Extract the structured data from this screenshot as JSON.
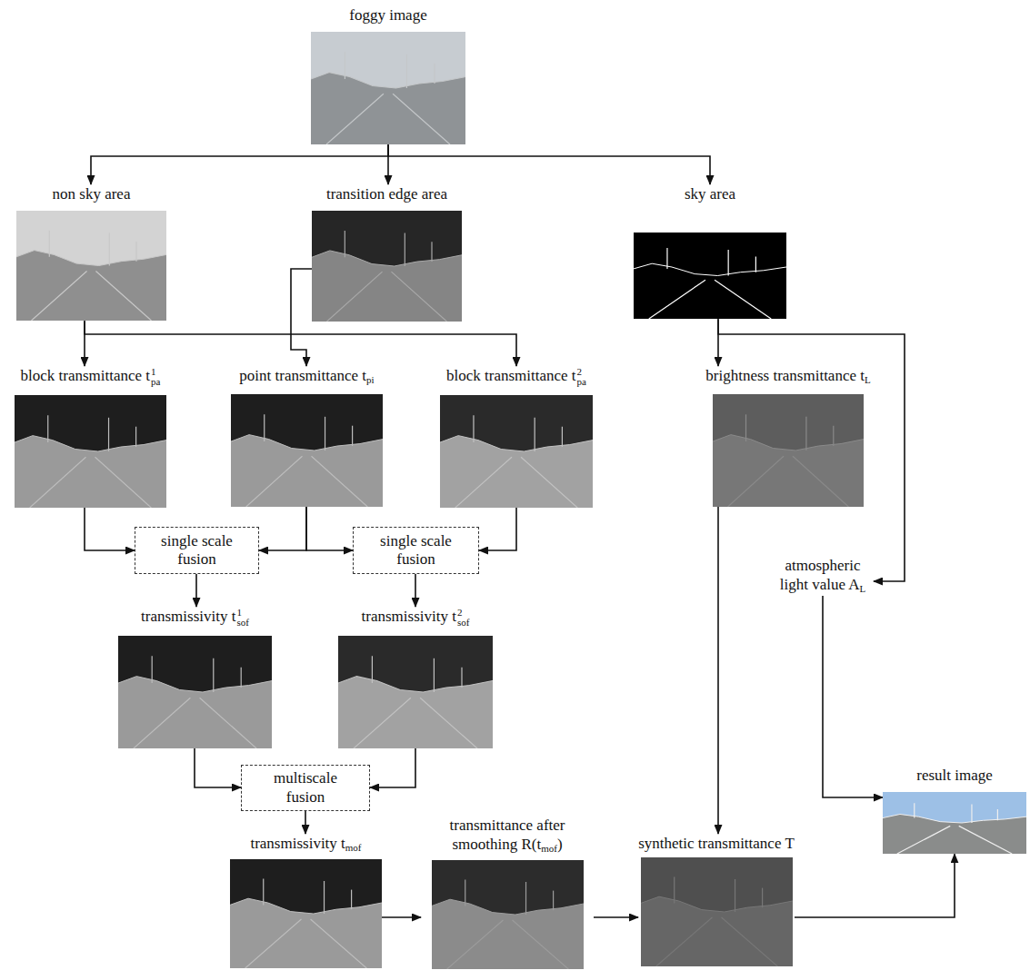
{
  "diagram": {
    "nodes": [
      {
        "text": [
          "foggy image"
        ]
      },
      {
        "text": [
          "non sky area"
        ]
      },
      {
        "text": [
          "transition edge area"
        ]
      },
      {
        "text": [
          "sky area"
        ]
      },
      {
        "text": [
          "block transmittance t",
          "1",
          "pa"
        ]
      },
      {
        "text": [
          "point transmittance t",
          "pi"
        ]
      },
      {
        "text": [
          "block transmittance t",
          "2",
          "pa"
        ]
      },
      {
        "text": [
          "brightness transmittance t",
          "L"
        ]
      },
      {
        "text": [
          "single scale fusion"
        ]
      },
      {
        "text": [
          "single scale fusion"
        ]
      },
      {
        "text": [
          "transmissivity t",
          "1",
          "sof"
        ]
      },
      {
        "text": [
          "transmissivity t",
          "2",
          "sof"
        ]
      },
      {
        "text": [
          "atmospheric light value A",
          "L"
        ]
      },
      {
        "text": [
          "multiscale fusion"
        ]
      },
      {
        "text": [
          "transmissivity t",
          "mof"
        ]
      },
      {
        "text": [
          "transmittance after smoothing R(t",
          "mof",
          ")"
        ]
      },
      {
        "text": [
          "synthetic transmittance T"
        ]
      },
      {
        "text": [
          "result image"
        ]
      }
    ],
    "edges": [
      {
        "from": 0,
        "to": 1,
        "arrow": "to"
      },
      {
        "from": 0,
        "to": 2,
        "arrow": "to"
      },
      {
        "from": 0,
        "to": 3,
        "arrow": "to"
      },
      {
        "from": 1,
        "to": 4,
        "arrow": "to"
      },
      {
        "from": 1,
        "to": 6,
        "arrow": "to"
      },
      {
        "from": 2,
        "to": 5,
        "arrow": "to"
      },
      {
        "from": 3,
        "to": 7,
        "arrow": "to"
      },
      {
        "from": 3,
        "to": 12,
        "arrow": "to"
      },
      {
        "from": 4,
        "to": 8,
        "arrow": "to"
      },
      {
        "from": 5,
        "to": 8,
        "arrow": "to"
      },
      {
        "from": 5,
        "to": 9,
        "arrow": "to"
      },
      {
        "from": 6,
        "to": 9,
        "arrow": "to"
      },
      {
        "from": 8,
        "to": 10,
        "arrow": "to"
      },
      {
        "from": 9,
        "to": 11,
        "arrow": "to"
      },
      {
        "from": 10,
        "to": 13,
        "arrow": "to"
      },
      {
        "from": 11,
        "to": 13,
        "arrow": "to"
      },
      {
        "from": 13,
        "to": 14,
        "arrow": "to"
      },
      {
        "from": 14,
        "to": 15,
        "arrow": "to"
      },
      {
        "from": 15,
        "to": 16,
        "arrow": "to"
      },
      {
        "from": 7,
        "to": 16,
        "arrow": "to"
      },
      {
        "from": 16,
        "to": 17,
        "arrow": "to"
      },
      {
        "from": 12,
        "to": 17,
        "arrow": "to"
      }
    ]
  }
}
